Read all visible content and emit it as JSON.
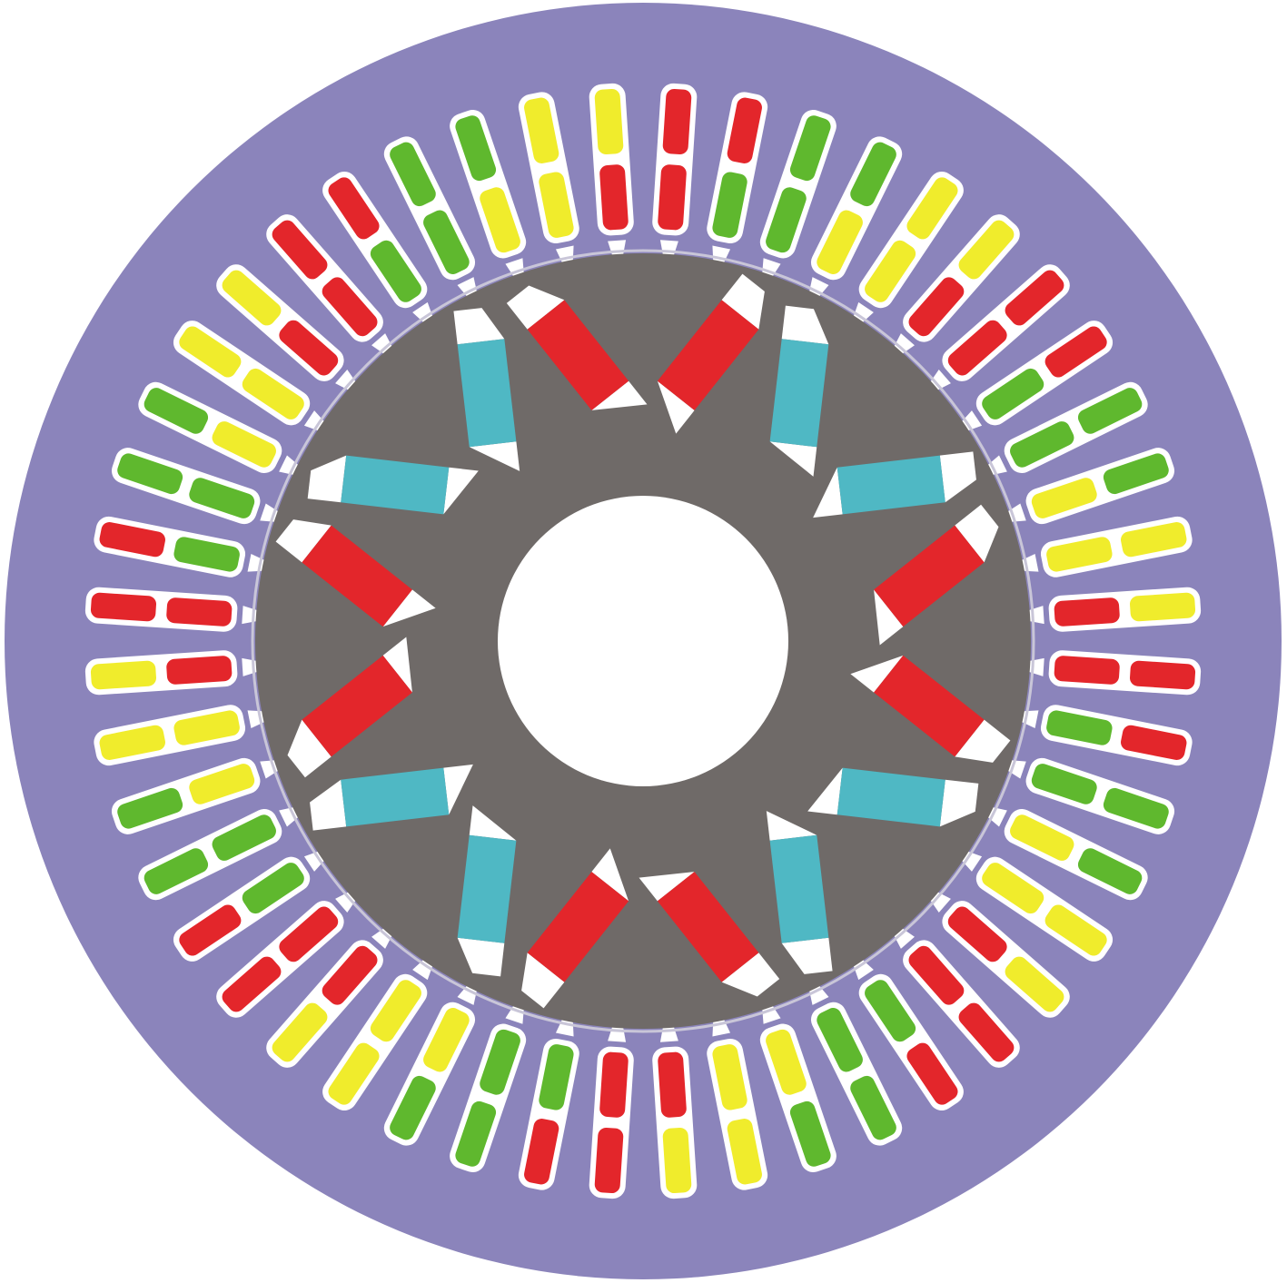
{
  "diagram": {
    "slot_count": 48,
    "rotor_pole_count": 8,
    "slot_layers": [
      [
        "red",
        "red"
      ],
      [
        "red",
        "green"
      ],
      [
        "green",
        "green"
      ],
      [
        "green",
        "yellow"
      ],
      [
        "yellow",
        "yellow"
      ],
      [
        "yellow",
        "red"
      ],
      [
        "red",
        "red"
      ],
      [
        "red",
        "green"
      ],
      [
        "green",
        "green"
      ],
      [
        "green",
        "yellow"
      ],
      [
        "yellow",
        "yellow"
      ],
      [
        "yellow",
        "red"
      ],
      [
        "red",
        "red"
      ],
      [
        "red",
        "green"
      ],
      [
        "green",
        "green"
      ],
      [
        "green",
        "yellow"
      ],
      [
        "yellow",
        "yellow"
      ],
      [
        "yellow",
        "red"
      ],
      [
        "red",
        "red"
      ],
      [
        "red",
        "green"
      ],
      [
        "green",
        "green"
      ],
      [
        "green",
        "yellow"
      ],
      [
        "yellow",
        "yellow"
      ],
      [
        "yellow",
        "red"
      ],
      [
        "red",
        "red"
      ],
      [
        "red",
        "green"
      ],
      [
        "green",
        "green"
      ],
      [
        "green",
        "yellow"
      ],
      [
        "yellow",
        "yellow"
      ],
      [
        "yellow",
        "red"
      ],
      [
        "red",
        "red"
      ],
      [
        "red",
        "green"
      ],
      [
        "green",
        "green"
      ],
      [
        "green",
        "yellow"
      ],
      [
        "yellow",
        "yellow"
      ],
      [
        "yellow",
        "red"
      ],
      [
        "red",
        "red"
      ],
      [
        "red",
        "green"
      ],
      [
        "green",
        "green"
      ],
      [
        "green",
        "yellow"
      ],
      [
        "yellow",
        "yellow"
      ],
      [
        "yellow",
        "red"
      ],
      [
        "red",
        "red"
      ],
      [
        "red",
        "green"
      ],
      [
        "green",
        "green"
      ],
      [
        "green",
        "yellow"
      ],
      [
        "yellow",
        "yellow"
      ],
      [
        "yellow",
        "red"
      ]
    ],
    "rotor_pole_colors": [
      "red",
      "cyan",
      "red",
      "cyan",
      "red",
      "cyan",
      "red",
      "cyan"
    ],
    "colors": {
      "background": "#ffffff",
      "stator_core": "#8b84bb",
      "rotor_core": "#6f6a68",
      "shaft": "#ffffff",
      "slot_insulation": "#ffffff",
      "red": "#e3262b",
      "green": "#5fb82e",
      "yellow": "#f0ec2c",
      "cyan": "#4fb8c4",
      "air_gap_line": "#c9c6d8"
    }
  }
}
